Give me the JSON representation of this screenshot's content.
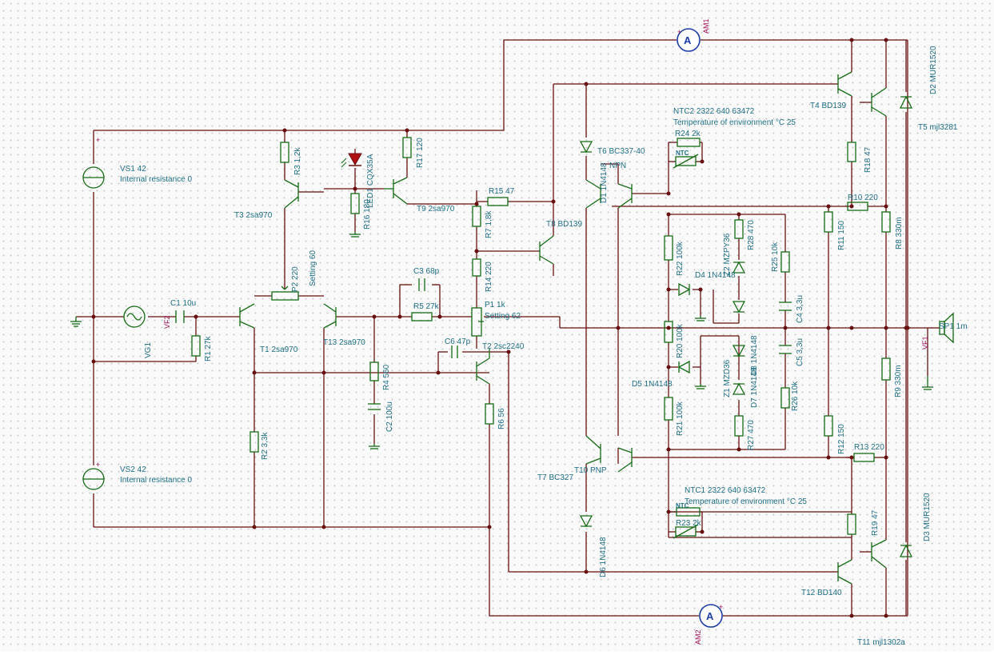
{
  "labels": {
    "am1": "AM1",
    "am2": "AM2",
    "d2": "D2 MUR1520",
    "d3": "D3 MUR1520",
    "t4": "T4 BD139",
    "t5": "T5 mjl3281",
    "ntc2a": "NTC2 2322 640 63472",
    "ntc2b": "Temperature of environment °C 25",
    "r24": "R24 2k",
    "ntc": "NTC",
    "r18": "R18 47",
    "r10": "R10 220",
    "r11": "R11 150",
    "r8": "R8 330m",
    "vs1": "VS1 42",
    "vs1r": "Internal resistance 0",
    "r3": "R3 1,2k",
    "led": "LED1 CQX35A",
    "r17": "R17 120",
    "t3": "T3 2sa970",
    "r16": "R16 180",
    "t9": "T9 2sa970",
    "r15": "R15 47",
    "r7": "R7 1,8k",
    "t8": "T8 BD139",
    "t6": "T6 BC337-40",
    "d1": "D1 1N4148",
    "npn": "NPN",
    "r22": "R22 100k",
    "r28": "R28 470",
    "z2": "Z2 MZPY36",
    "r25": "R25 10k",
    "d4": "D4 1N4148",
    "c4": "C4 3,3u",
    "p2": "P2 220",
    "p2s": "Setting 60",
    "c3": "C3 68p",
    "r14": "R14 220",
    "c1": "C1 10u",
    "vf2": "VF2",
    "r5": "R5 27k",
    "p1": "P1 1k",
    "p1s": "Setting 62",
    "sp1": "SP1 1m",
    "vf1": "VF1",
    "r1": "R1 27k",
    "vg1": "VG1",
    "t1": "T1 2sa970",
    "t13": "T13 2sa970",
    "c6": "C6 47p",
    "t2": "T2 2sc2240",
    "r20": "R20 100k",
    "d8": "D8 1N4148",
    "c5": "C5 3,3u",
    "r4": "R4 560",
    "z1": "Z1 MZD36",
    "d7": "D7 1N4148",
    "d5": "D5 1N4148",
    "r26": "R26 10k",
    "r9": "R9 330m",
    "r6": "R6 56",
    "c2": "C2 100u",
    "r2": "R2 3,3k",
    "r21": "R21 100k",
    "r27": "R27 470",
    "r12": "R12 150",
    "r13": "R13 220",
    "vs2": "VS2 42",
    "vs2r": "Internal resistance 0",
    "t7": "T7 BC327",
    "t10": "T10 PNP",
    "ntc1a": "NTC1 2322 640 63472",
    "ntc1b": "Temperature of environment °C 25",
    "r23": "R23 2k",
    "r19": "R19 47",
    "d6": "D6 1N4148",
    "t12": "T12 BD140",
    "t11": "T11 mjl1302a",
    "ammeter": "A",
    "plus": "+"
  }
}
